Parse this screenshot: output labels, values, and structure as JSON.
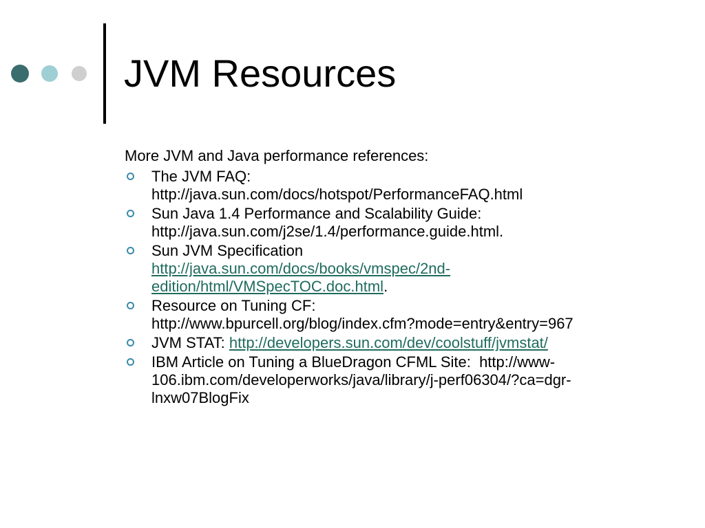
{
  "colors": {
    "dot_dark": "#3b6d6f",
    "dot_mid": "#9ecfd4",
    "dot_light": "#cfcfcf",
    "rule": "#000000",
    "link": "#1f6b5e",
    "bullet": "#3a8aa8"
  },
  "slide": {
    "title": "JVM Resources",
    "intro": "More JVM and Java performance references:",
    "items": [
      {
        "line1": "The JVM FAQ:",
        "line2": "http://java.sun.com/docs/hotspot/PerformanceFAQ.html"
      },
      {
        "line1": "Sun Java 1.4 Performance and Scalability Guide:",
        "line2": "http://java.sun.com/j2se/1.4/performance.guide.html."
      },
      {
        "line1": "Sun JVM Specification",
        "link_line1": "http://java.sun.com/docs/books/vmspec/2nd-",
        "link_line2": "edition/html/VMSpecTOC.doc.html",
        "trail": "."
      },
      {
        "line1": "Resource on Tuning CF:",
        "line2": "http://www.bpurcell.org/blog/index.cfm?mode=entry&entry=967"
      },
      {
        "prefix": "JVM STAT: ",
        "link": "http://developers.sun.com/dev/coolstuff/jvmstat/"
      },
      {
        "line1": "IBM Article on Tuning a BlueDragon CFML Site:  http://www-",
        "line2": "106.ibm.com/developerworks/java/library/j-perf06304/?ca=dgr-",
        "line3": "lnxw07BlogFix"
      }
    ]
  }
}
